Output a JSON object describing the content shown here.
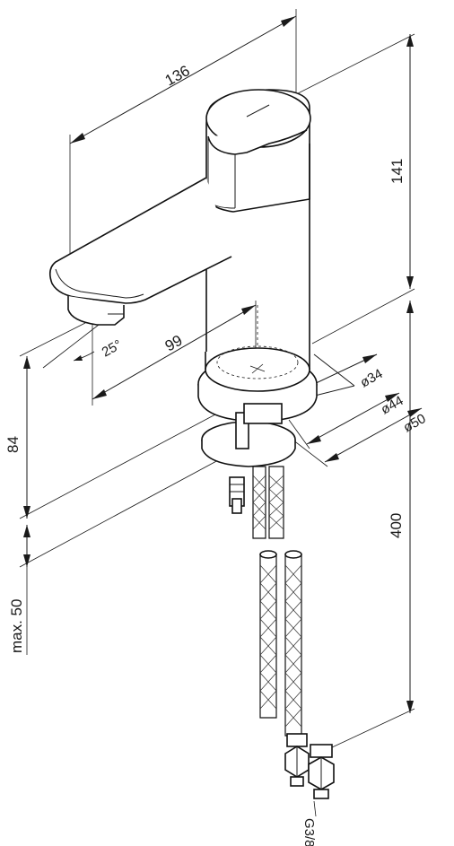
{
  "dimensions": {
    "width_total": "136",
    "height_total": "141",
    "spout_reach": "99",
    "spout_angle": "25°",
    "body_diameter": "ø34",
    "flange_inner": "ø44",
    "flange_outer": "ø50",
    "mount_height": "84",
    "max_deck": "max. 50",
    "hose_length": "400",
    "thread": "G3/8"
  }
}
